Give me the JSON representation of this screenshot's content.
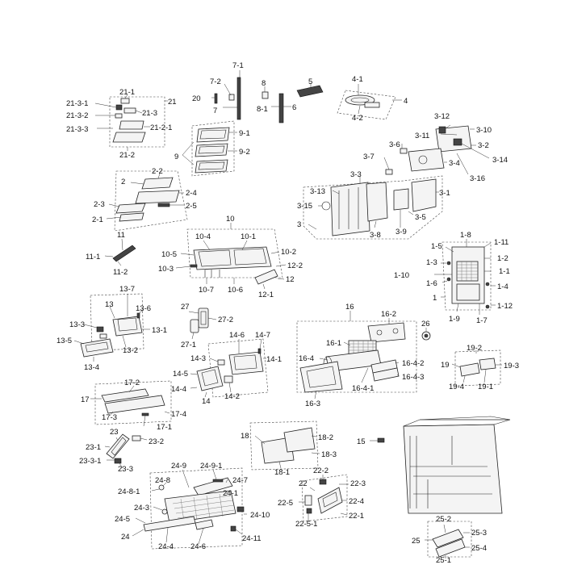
{
  "labels": [
    {
      "id": "7-1",
      "text": "7-1"
    },
    {
      "id": "7-2",
      "text": "7-2"
    },
    {
      "id": "7",
      "text": "7"
    },
    {
      "id": "20",
      "text": "20"
    },
    {
      "id": "8",
      "text": "8"
    },
    {
      "id": "8-1",
      "text": "8-1"
    },
    {
      "id": "5",
      "text": "5"
    },
    {
      "id": "6",
      "text": "6"
    },
    {
      "id": "4-1",
      "text": "4-1"
    },
    {
      "id": "4",
      "text": "4"
    },
    {
      "id": "4-2",
      "text": "4-2"
    },
    {
      "id": "21-1",
      "text": "21-1"
    },
    {
      "id": "21-3-1",
      "text": "21-3-1"
    },
    {
      "id": "21",
      "text": "21"
    },
    {
      "id": "21-3-2",
      "text": "21-3-2"
    },
    {
      "id": "21-3",
      "text": "21-3"
    },
    {
      "id": "21-3-3",
      "text": "21-3-3"
    },
    {
      "id": "21-2-1",
      "text": "21-2-1"
    },
    {
      "id": "21-2",
      "text": "21-2"
    },
    {
      "id": "9-1",
      "text": "9-1"
    },
    {
      "id": "9",
      "text": "9"
    },
    {
      "id": "9-2",
      "text": "9-2"
    },
    {
      "id": "3-12",
      "text": "3-12"
    },
    {
      "id": "3-10",
      "text": "3-10"
    },
    {
      "id": "3-11",
      "text": "3-11"
    },
    {
      "id": "3-6",
      "text": "3-6"
    },
    {
      "id": "3-2",
      "text": "3-2"
    },
    {
      "id": "3-14",
      "text": "3-14"
    },
    {
      "id": "3-7",
      "text": "3-7"
    },
    {
      "id": "3-4",
      "text": "3-4"
    },
    {
      "id": "3-16",
      "text": "3-16"
    },
    {
      "id": "3-3",
      "text": "3-3"
    },
    {
      "id": "3-13",
      "text": "3-13"
    },
    {
      "id": "3-1",
      "text": "3-1"
    },
    {
      "id": "3-15",
      "text": "3-15"
    },
    {
      "id": "3-5",
      "text": "3-5"
    },
    {
      "id": "3",
      "text": "3"
    },
    {
      "id": "3-8",
      "text": "3-8"
    },
    {
      "id": "3-9",
      "text": "3-9"
    },
    {
      "id": "2-2",
      "text": "2-2"
    },
    {
      "id": "2",
      "text": "2"
    },
    {
      "id": "2-4",
      "text": "2-4"
    },
    {
      "id": "2-3",
      "text": "2-3"
    },
    {
      "id": "2-5",
      "text": "2-5"
    },
    {
      "id": "2-1",
      "text": "2-1"
    },
    {
      "id": "10",
      "text": "10"
    },
    {
      "id": "10-4",
      "text": "10-4"
    },
    {
      "id": "10-1",
      "text": "10-1"
    },
    {
      "id": "10-5",
      "text": "10-5"
    },
    {
      "id": "10-2",
      "text": "10-2"
    },
    {
      "id": "12-2",
      "text": "12-2"
    },
    {
      "id": "10-3",
      "text": "10-3"
    },
    {
      "id": "12",
      "text": "12"
    },
    {
      "id": "10-7",
      "text": "10-7"
    },
    {
      "id": "10-6",
      "text": "10-6"
    },
    {
      "id": "12-1",
      "text": "12-1"
    },
    {
      "id": "11",
      "text": "11"
    },
    {
      "id": "11-1",
      "text": "11-1"
    },
    {
      "id": "11-2",
      "text": "11-2"
    },
    {
      "id": "1-8",
      "text": "1-8"
    },
    {
      "id": "1-11",
      "text": "1-11"
    },
    {
      "id": "1-5",
      "text": "1-5"
    },
    {
      "id": "1-2",
      "text": "1-2"
    },
    {
      "id": "1-3",
      "text": "1-3"
    },
    {
      "id": "1-1",
      "text": "1-1"
    },
    {
      "id": "1-10",
      "text": "1-10"
    },
    {
      "id": "1-6",
      "text": "1-6"
    },
    {
      "id": "1-4",
      "text": "1-4"
    },
    {
      "id": "1",
      "text": "1"
    },
    {
      "id": "1-12",
      "text": "1-12"
    },
    {
      "id": "1-9",
      "text": "1-9"
    },
    {
      "id": "1-7",
      "text": "1-7"
    },
    {
      "id": "13-7",
      "text": "13-7"
    },
    {
      "id": "13",
      "text": "13"
    },
    {
      "id": "13-6",
      "text": "13-6"
    },
    {
      "id": "13-3",
      "text": "13-3"
    },
    {
      "id": "13-1",
      "text": "13-1"
    },
    {
      "id": "13-5",
      "text": "13-5"
    },
    {
      "id": "13-2",
      "text": "13-2"
    },
    {
      "id": "13-4",
      "text": "13-4"
    },
    {
      "id": "27",
      "text": "27"
    },
    {
      "id": "27-2",
      "text": "27-2"
    },
    {
      "id": "27-1",
      "text": "27-1"
    },
    {
      "id": "16",
      "text": "16"
    },
    {
      "id": "16-2",
      "text": "16-2"
    },
    {
      "id": "16-1",
      "text": "16-1"
    },
    {
      "id": "16-4",
      "text": "16-4"
    },
    {
      "id": "16-4-2",
      "text": "16-4-2"
    },
    {
      "id": "16-4-3",
      "text": "16-4-3"
    },
    {
      "id": "16-4-1",
      "text": "16-4-1"
    },
    {
      "id": "16-3",
      "text": "16-3"
    },
    {
      "id": "26",
      "text": "26"
    },
    {
      "id": "19-2",
      "text": "19-2"
    },
    {
      "id": "19",
      "text": "19"
    },
    {
      "id": "19-3",
      "text": "19-3"
    },
    {
      "id": "19-4",
      "text": "19-4"
    },
    {
      "id": "19-1",
      "text": "19-1"
    },
    {
      "id": "14-6",
      "text": "14-6"
    },
    {
      "id": "14-7",
      "text": "14-7"
    },
    {
      "id": "14-3",
      "text": "14-3"
    },
    {
      "id": "14-1",
      "text": "14-1"
    },
    {
      "id": "14-5",
      "text": "14-5"
    },
    {
      "id": "14-4",
      "text": "14-4"
    },
    {
      "id": "14-2",
      "text": "14-2"
    },
    {
      "id": "14",
      "text": "14"
    },
    {
      "id": "17-2",
      "text": "17-2"
    },
    {
      "id": "17",
      "text": "17"
    },
    {
      "id": "17-4",
      "text": "17-4"
    },
    {
      "id": "17-3",
      "text": "17-3"
    },
    {
      "id": "17-1",
      "text": "17-1"
    },
    {
      "id": "23",
      "text": "23"
    },
    {
      "id": "23-1",
      "text": "23-1"
    },
    {
      "id": "23-2",
      "text": "23-2"
    },
    {
      "id": "23-3-1",
      "text": "23-3-1"
    },
    {
      "id": "23-3",
      "text": "23-3"
    },
    {
      "id": "18",
      "text": "18"
    },
    {
      "id": "18-2",
      "text": "18-2"
    },
    {
      "id": "18-3",
      "text": "18-3"
    },
    {
      "id": "18-1",
      "text": "18-1"
    },
    {
      "id": "15",
      "text": "15"
    },
    {
      "id": "24-9",
      "text": "24-9"
    },
    {
      "id": "24-9-1",
      "text": "24-9-1"
    },
    {
      "id": "24-8",
      "text": "24-8"
    },
    {
      "id": "24-7",
      "text": "24-7"
    },
    {
      "id": "24-8-1",
      "text": "24-8-1"
    },
    {
      "id": "24-1",
      "text": "24-1"
    },
    {
      "id": "24-3",
      "text": "24-3"
    },
    {
      "id": "24-10",
      "text": "24-10"
    },
    {
      "id": "24-5",
      "text": "24-5"
    },
    {
      "id": "24",
      "text": "24"
    },
    {
      "id": "24-4",
      "text": "24-4"
    },
    {
      "id": "24-6",
      "text": "24-6"
    },
    {
      "id": "24-11",
      "text": "24-11"
    },
    {
      "id": "22-2",
      "text": "22-2"
    },
    {
      "id": "22",
      "text": "22"
    },
    {
      "id": "22-3",
      "text": "22-3"
    },
    {
      "id": "22-4",
      "text": "22-4"
    },
    {
      "id": "22-5",
      "text": "22-5"
    },
    {
      "id": "22-1",
      "text": "22-1"
    },
    {
      "id": "22-5-1",
      "text": "22-5-1"
    },
    {
      "id": "25-2",
      "text": "25-2"
    },
    {
      "id": "25",
      "text": "25"
    },
    {
      "id": "25-3",
      "text": "25-3"
    },
    {
      "id": "25-4",
      "text": "25-4"
    },
    {
      "id": "25-1",
      "text": "25-1"
    }
  ]
}
